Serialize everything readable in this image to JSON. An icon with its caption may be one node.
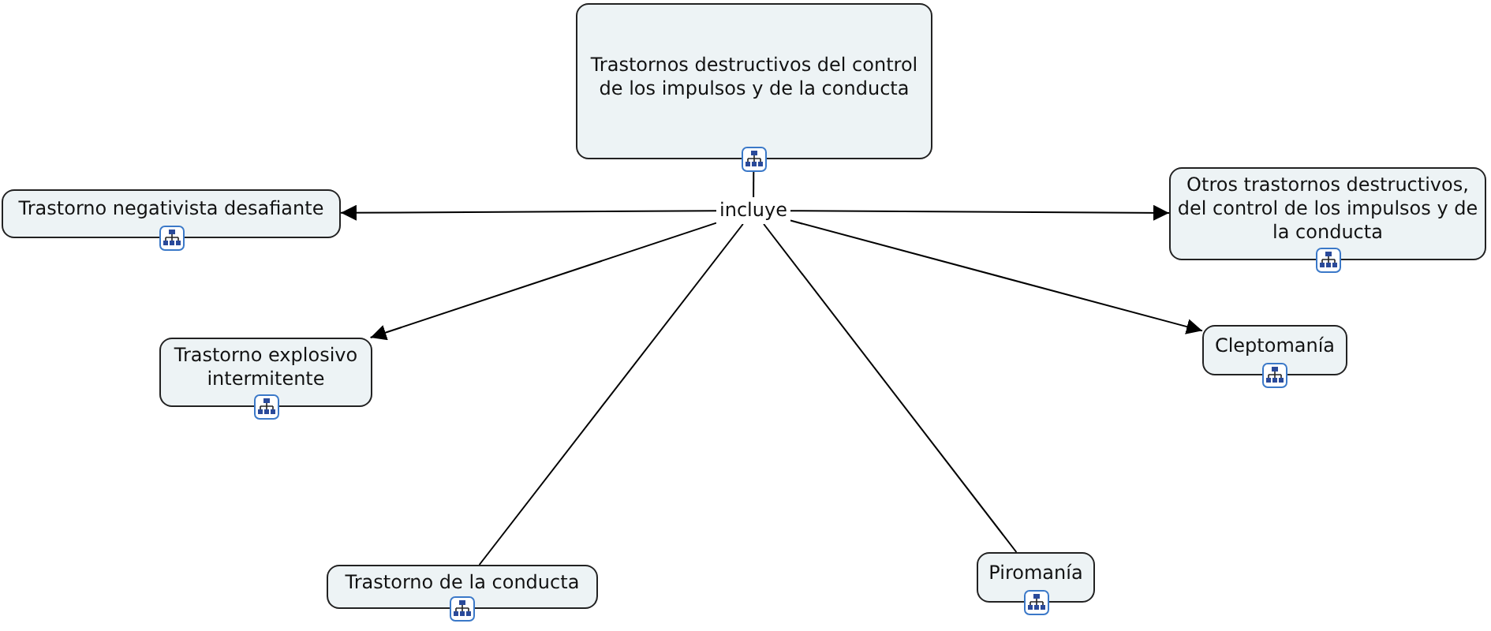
{
  "diagram": {
    "nodes": [
      {
        "text": [
          "Trastornos destructivos del control de los impulsos y de la conducta"
        ]
      },
      {
        "text": [
          "incluye"
        ]
      },
      {
        "text": [
          "Trastorno negativista desafiante"
        ]
      },
      {
        "text": [
          "Otros trastornos destructivos, del control de los impulsos y de la conducta"
        ]
      },
      {
        "text": [
          "Trastorno explosivo intermitente"
        ]
      },
      {
        "text": [
          "Cleptomanía"
        ]
      },
      {
        "text": [
          "Trastorno de la conducta"
        ]
      },
      {
        "text": [
          "Piromanía"
        ]
      }
    ],
    "edges": [
      {
        "from": 0,
        "to": 1,
        "arrow": "none"
      },
      {
        "from": 1,
        "to": 2,
        "arrow": "to"
      },
      {
        "from": 1,
        "to": 3,
        "arrow": "to"
      },
      {
        "from": 1,
        "to": 4,
        "arrow": "to"
      },
      {
        "from": 1,
        "to": 5,
        "arrow": "to"
      },
      {
        "from": 1,
        "to": 6,
        "arrow": "none"
      },
      {
        "from": 1,
        "to": 7,
        "arrow": "none"
      }
    ]
  }
}
